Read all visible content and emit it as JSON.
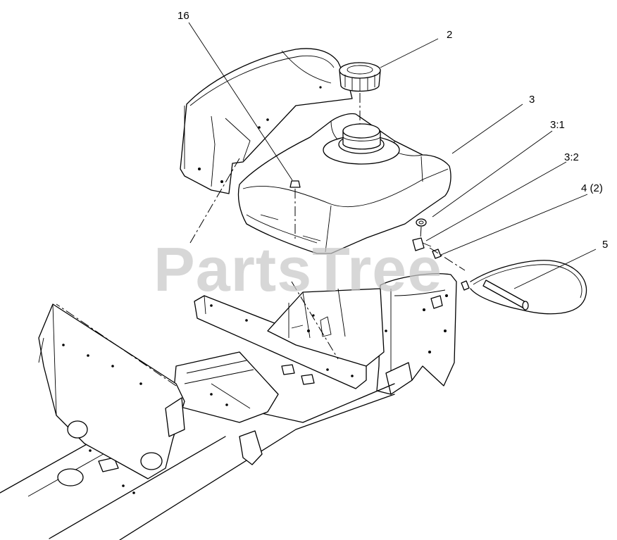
{
  "watermark": "PartsTree",
  "callouts": [
    {
      "id": "16",
      "text": "16"
    },
    {
      "id": "2",
      "text": "2"
    },
    {
      "id": "3",
      "text": "3"
    },
    {
      "id": "3-1",
      "text": "3:1"
    },
    {
      "id": "3-2",
      "text": "3:2"
    },
    {
      "id": "4",
      "text": "4 (2)"
    },
    {
      "id": "5",
      "text": "5"
    }
  ]
}
